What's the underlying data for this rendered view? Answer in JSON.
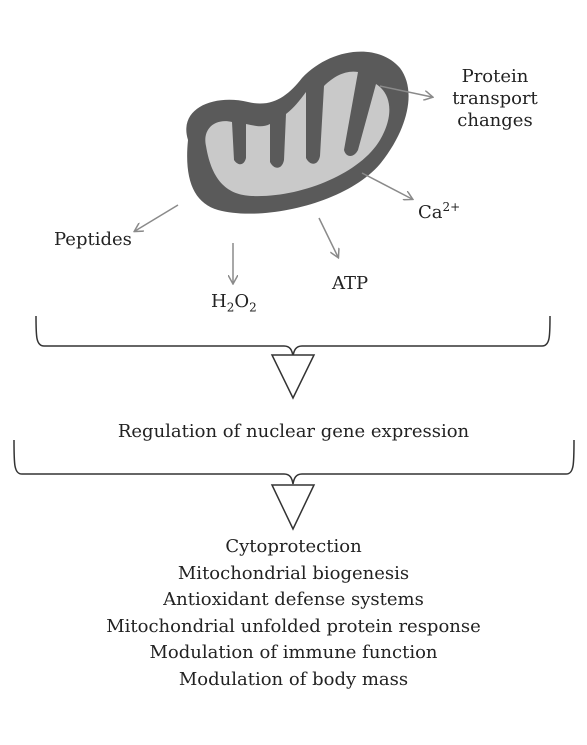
{
  "signals": {
    "protein_transport": [
      "Protein",
      "transport",
      "changes"
    ],
    "ca": {
      "base": "Ca",
      "sup": "2+"
    },
    "peptides": "Peptides",
    "h2o2": {
      "h": "H",
      "h_sub": "2",
      "o": "O",
      "o_sub": "2"
    },
    "atp": "ATP"
  },
  "regulation_label": "Regulation of nuclear gene expression",
  "outcomes": [
    "Cytoprotection",
    "Mitochondrial biogenesis",
    "Antioxidant defense systems",
    "Mitochondrial unfolded protein response",
    "Modulation of immune function",
    "Modulation of body mass"
  ],
  "colors": {
    "mito_outer": "#5a5a5a",
    "mito_inner": "#c9c9c9",
    "arrow": "#8a8a8a",
    "bracket": "#333333"
  }
}
